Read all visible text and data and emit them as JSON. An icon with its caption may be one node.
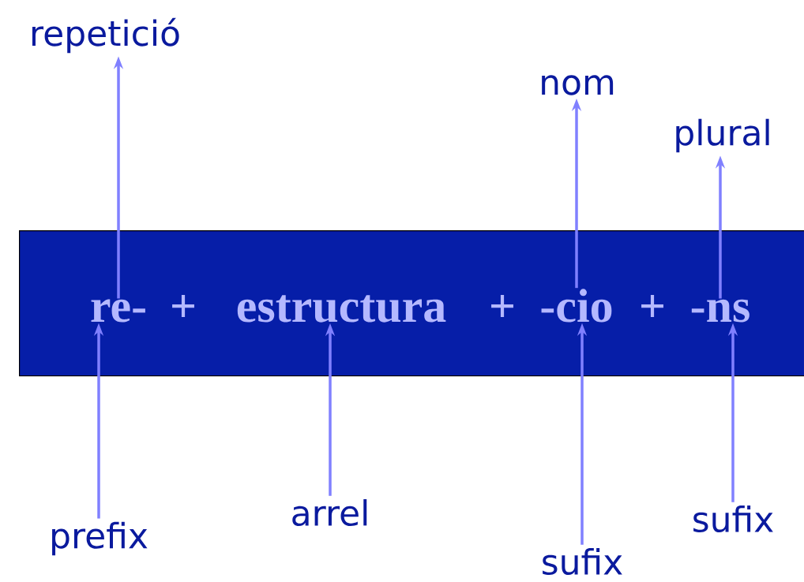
{
  "diagram": {
    "nodes": [
      {
        "text": [
          "repetició"
        ]
      },
      {
        "text": [
          "nom"
        ]
      },
      {
        "text": [
          "plural"
        ]
      },
      {
        "text": [],
        "shape": "box"
      },
      {
        "text": [
          "re-"
        ],
        "in": 3
      },
      {
        "text": [
          "estructura"
        ],
        "in": 3
      },
      {
        "text": [
          "-cio"
        ],
        "in": 3
      },
      {
        "text": [
          "-ns"
        ],
        "in": 3
      },
      {
        "text": [
          "prefix"
        ]
      },
      {
        "text": [
          "arrel"
        ]
      },
      {
        "text": [
          "sufix"
        ]
      },
      {
        "text": [
          "sufix"
        ]
      }
    ],
    "edges": [
      {
        "from": 8,
        "to": 4,
        "arrow": "to"
      },
      {
        "from": 4,
        "to": 0,
        "arrow": "to"
      },
      {
        "from": 9,
        "to": 5,
        "arrow": "to"
      },
      {
        "from": 10,
        "to": 6,
        "arrow": "to"
      },
      {
        "from": 6,
        "to": 1,
        "arrow": "to"
      },
      {
        "from": 11,
        "to": 7,
        "arrow": "to"
      },
      {
        "from": 7,
        "to": 2,
        "arrow": "to"
      }
    ],
    "labels": [
      "+",
      "+",
      "+"
    ]
  }
}
